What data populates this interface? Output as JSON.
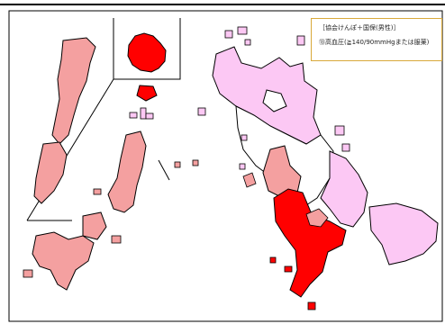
{
  "legend": {
    "title": "［協会けんぽ＋国保(男性)］",
    "subtitle": "⑬高血圧(≧140/90mmHgまたは服薬)"
  },
  "colors": {
    "level_high": "#ff0000",
    "level_mid": "#f4a0a0",
    "level_low": "#fcc8f4",
    "level_none": "#ffffff",
    "border": "#000000",
    "legend_border": "#d9a93a"
  },
  "map_regions": [
    {
      "name": "inset-island-north",
      "level": "high"
    },
    {
      "name": "inset-island-south",
      "level": "high"
    },
    {
      "name": "small-islands-center",
      "level": "low"
    },
    {
      "name": "northern-island-chain",
      "level": "mid"
    },
    {
      "name": "western-island-group",
      "level": "mid"
    },
    {
      "name": "central-island-group",
      "level": "mid"
    },
    {
      "name": "mainland-northern-coast",
      "level": "low"
    },
    {
      "name": "mainland-interior",
      "level": "none"
    },
    {
      "name": "mainland-west-coast",
      "level": "mid"
    },
    {
      "name": "mainland-southern-peninsula",
      "level": "high"
    },
    {
      "name": "mainland-east-coast",
      "level": "low"
    },
    {
      "name": "mainland-southeast",
      "level": "low"
    }
  ]
}
